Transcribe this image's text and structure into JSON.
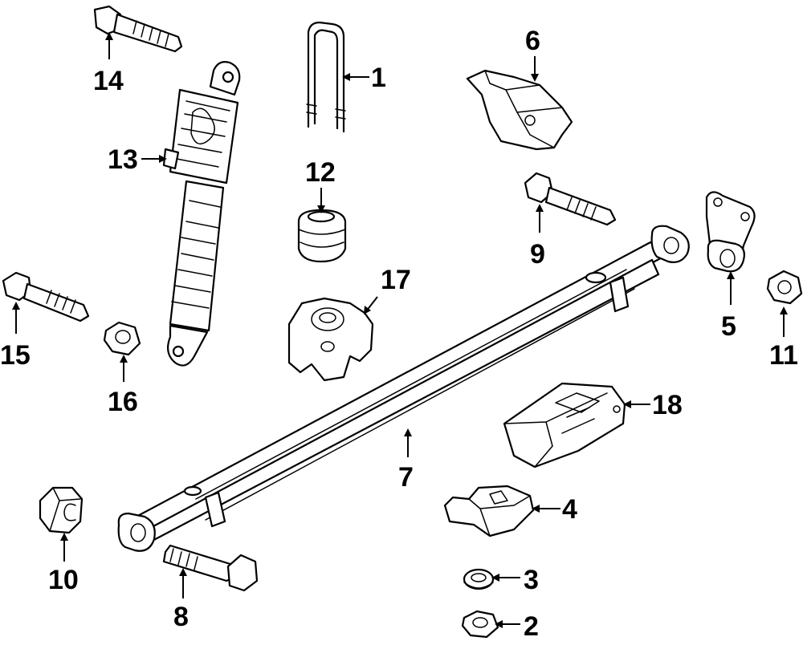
{
  "diagram": {
    "callouts": [
      {
        "number": "1"
      },
      {
        "number": "2"
      },
      {
        "number": "3"
      },
      {
        "number": "4"
      },
      {
        "number": "5"
      },
      {
        "number": "6"
      },
      {
        "number": "7"
      },
      {
        "number": "8"
      },
      {
        "number": "9"
      },
      {
        "number": "10"
      },
      {
        "number": "11"
      },
      {
        "number": "12"
      },
      {
        "number": "13"
      },
      {
        "number": "14"
      },
      {
        "number": "15"
      },
      {
        "number": "16"
      },
      {
        "number": "17"
      },
      {
        "number": "18"
      }
    ],
    "colors": {
      "line": "#000000",
      "background": "#ffffff"
    }
  }
}
